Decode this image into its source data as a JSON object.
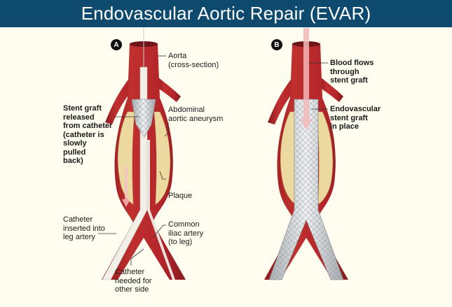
{
  "header": {
    "title": "Endovascular Aortic Repair (EVAR)"
  },
  "colors": {
    "header_bg": "#0d4a6e",
    "background": "#fffdf0",
    "artery": "#b5262b",
    "artery_dark": "#8e1a1f",
    "plaque": "#ecd9a0",
    "stent": "#d4d8dc",
    "catheter": "#f1efe8"
  },
  "panels": [
    {
      "badge": "A",
      "labels": {
        "aorta": "Aorta\n(cross-section)",
        "stent_released": "Stent graft\nreleased\nfrom catheter\n(catheter is\nslowly\npulled\nback)",
        "aneurysm": "Abdominal\naortic aneurysm",
        "plaque": "Plaque",
        "catheter_inserted": "Catheter\ninserted into\nleg artery",
        "iliac": "Common\niliac artery\n(to leg)",
        "catheter_other": "Catheter\nneeded for\nother side"
      }
    },
    {
      "badge": "B",
      "labels": {
        "blood_flows": "Blood flows\nthrough\nstent graft",
        "stent_in_place": "Endovascular\nstent graft\nin place"
      }
    }
  ]
}
